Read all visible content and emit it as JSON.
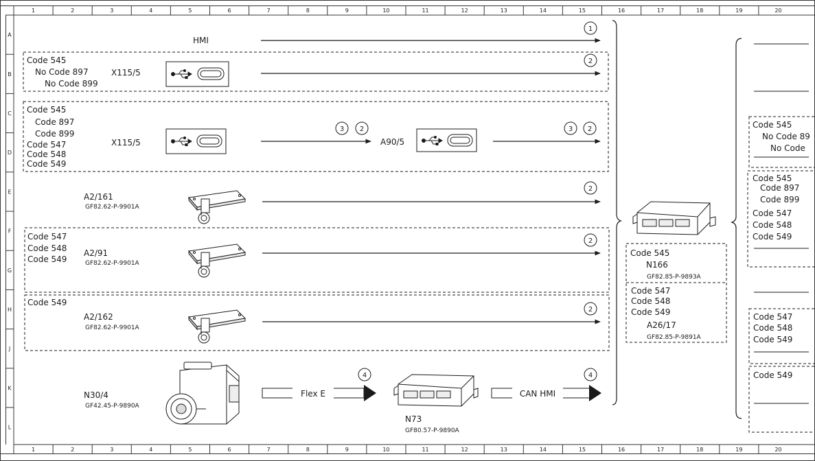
{
  "ruler": {
    "columns": [
      "1",
      "2",
      "3",
      "4",
      "5",
      "6",
      "7",
      "8",
      "9",
      "10",
      "11",
      "12",
      "13",
      "14",
      "15",
      "16",
      "17",
      "18",
      "19",
      "20"
    ],
    "rows": [
      "A",
      "B",
      "C",
      "D",
      "E",
      "F",
      "G",
      "H",
      "J",
      "K",
      "L"
    ]
  },
  "signals": {
    "hmi": "HMI",
    "flex": "Flex E",
    "can_hmi": "CAN HMI"
  },
  "components": {
    "x115_b": "X115/5",
    "x115_cd": "X115/5",
    "a90": "A90/5",
    "a2_161": {
      "name": "A2/161",
      "ref": "GF82.62-P-9901A"
    },
    "a2_91": {
      "name": "A2/91",
      "ref": "GF82.62-P-9901A"
    },
    "a2_162": {
      "name": "A2/162",
      "ref": "GF82.62-P-9901A"
    },
    "n30": {
      "name": "N30/4",
      "ref": "GF42.45-P-9890A"
    },
    "n73": {
      "name": "N73",
      "ref": "GF80.57-P-9890A"
    },
    "n166": {
      "name": "N166",
      "ref": "GF82.85-P-9893A"
    },
    "a26": {
      "name": "A26/17",
      "ref": "GF82.85-P-9891A"
    }
  },
  "codes": {
    "b": [
      "Code 545",
      "No Code 897",
      "No Code 899"
    ],
    "cd": [
      "Code 545",
      "Code 897",
      "Code 899",
      "Code 547",
      "Code 548",
      "Code 549"
    ],
    "fg": [
      "Code 547",
      "Code 548",
      "Code 549"
    ],
    "hj": [
      "Code 549"
    ],
    "right_top": [
      "Code 545",
      "N166"
    ],
    "right_bottom": [
      "Code 547",
      "Code 548",
      "Code 549"
    ],
    "far_1": [
      "Code 545",
      "No Code 89",
      "No Code"
    ],
    "far_2": [
      "Code 545",
      "Code 897",
      "Code 899",
      "Code 547",
      "Code 548",
      "Code 549"
    ],
    "far_3": [
      "Code 547",
      "Code 548",
      "Code 549"
    ],
    "far_4": [
      "Code 549"
    ]
  },
  "circles": {
    "hmi": "1",
    "b": "2",
    "cd_mid_a": "3",
    "cd_mid_b": "2",
    "cd_end_a": "3",
    "cd_end_b": "2",
    "e": "2",
    "fg": "2",
    "hj": "2",
    "flex": "4",
    "can": "4"
  }
}
